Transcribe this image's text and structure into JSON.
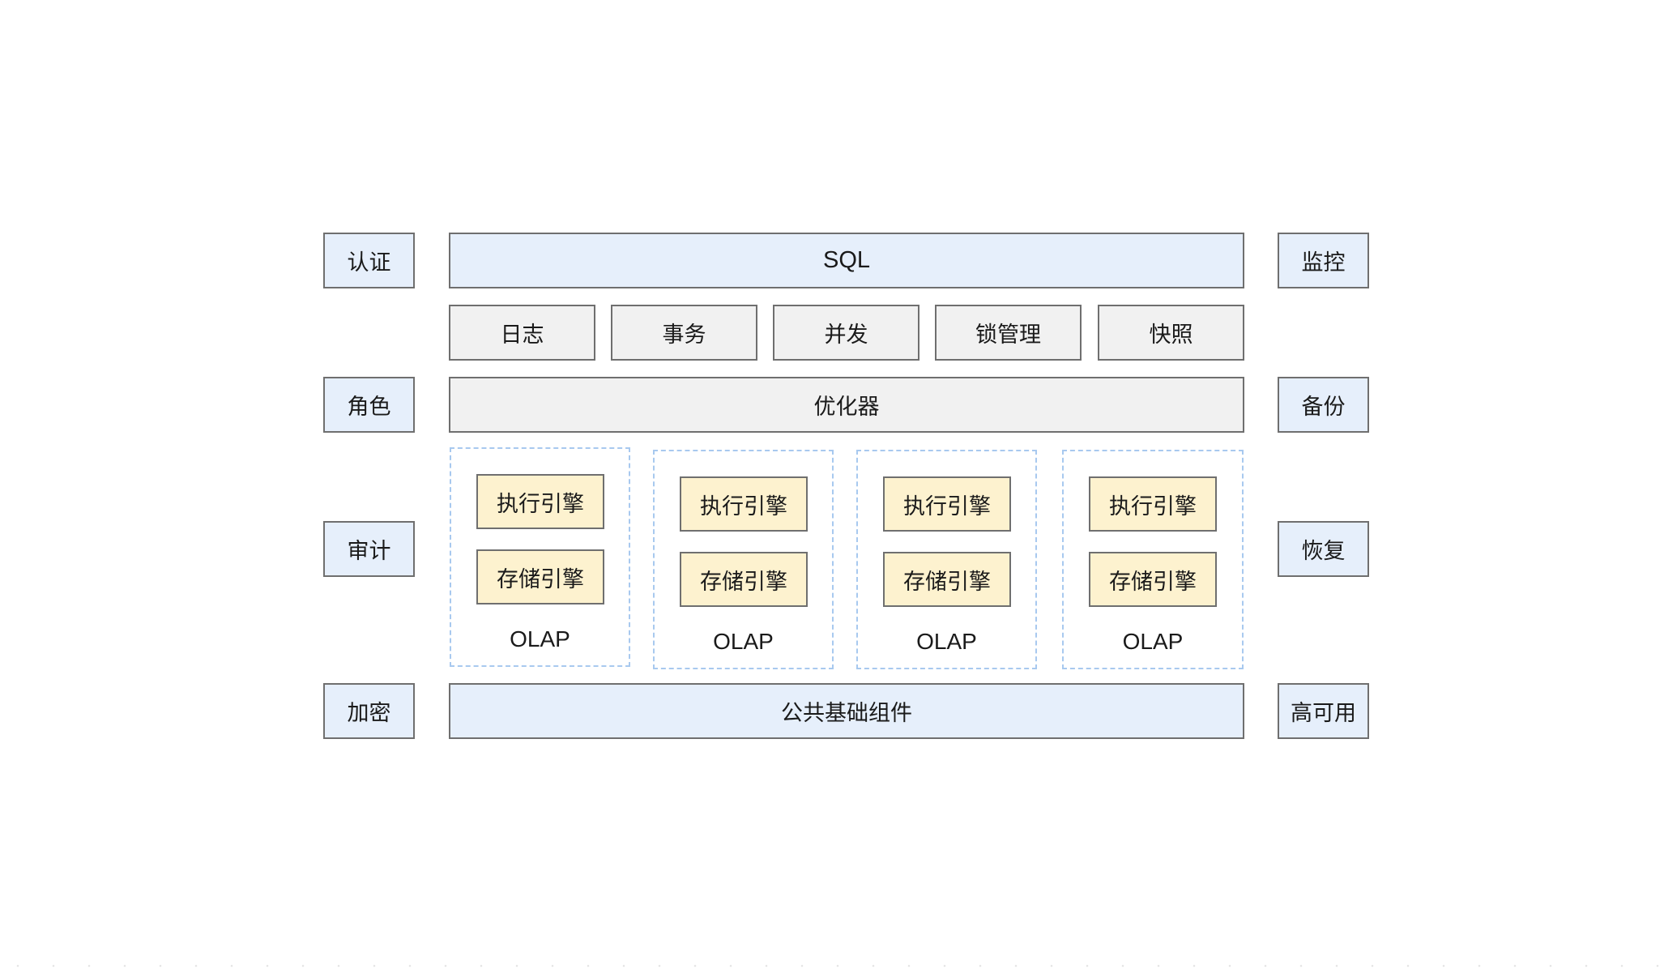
{
  "left_column": {
    "items": [
      "认证",
      "角色",
      "审计",
      "加密"
    ]
  },
  "right_column": {
    "items": [
      "监控",
      "备份",
      "恢复",
      "高可用"
    ]
  },
  "core": {
    "sql": "SQL",
    "modules": [
      "日志",
      "事务",
      "并发",
      "锁管理",
      "快照"
    ],
    "optimizer": "优化器",
    "olap_groups": [
      {
        "exec": "执行引擎",
        "storage": "存储引擎",
        "label": "OLAP"
      },
      {
        "exec": "执行引擎",
        "storage": "存储引擎",
        "label": "OLAP"
      },
      {
        "exec": "执行引擎",
        "storage": "存储引擎",
        "label": "OLAP"
      },
      {
        "exec": "执行引擎",
        "storage": "存储引擎",
        "label": "OLAP"
      }
    ],
    "foundation": "公共基础组件"
  },
  "colors": {
    "blue_fill": "#e6effb",
    "gray_fill": "#f1f1f1",
    "yellow_fill": "#fdf2cf",
    "border": "#6f6f6f",
    "dashed_border": "#a8c9ef"
  }
}
